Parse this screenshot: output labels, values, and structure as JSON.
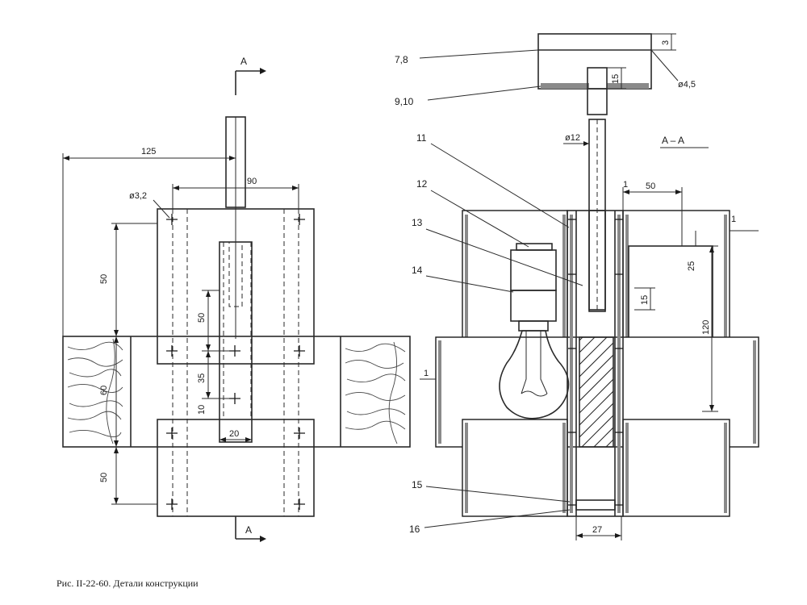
{
  "caption": "Рис. II-22-60. Детали конструкции",
  "section_label": "A – A",
  "cut_letter": "A",
  "left_view": {
    "dims": {
      "overall_width": "125",
      "inner_width": "90",
      "hole_diameter": "ø3,2",
      "height_top": "50",
      "height_mid": "60",
      "height_bottom": "50",
      "slot_50": "50",
      "slot_35": "35",
      "slot_10": "10",
      "strip_width": "20"
    }
  },
  "right_view": {
    "dims": {
      "cap_height": "3",
      "cap_hole": "ø4,5",
      "cap_depth": "15",
      "rod_diameter": "ø12",
      "box_width": "50",
      "wall_thickness_top": "1",
      "wall_thickness_left": "1",
      "inner_25": "25",
      "inner_120": "120",
      "rod_15": "15",
      "bottom_width": "27"
    },
    "callouts": [
      "7,8",
      "9,10",
      "11",
      "12",
      "13",
      "14",
      "15",
      "16"
    ]
  }
}
